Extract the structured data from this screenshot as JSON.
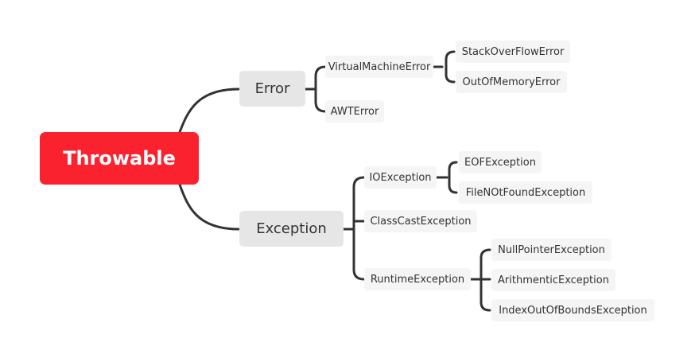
{
  "mindmap": {
    "root": {
      "label": "Throwable"
    },
    "error": {
      "label": "Error",
      "children": {
        "virtual_machine_error": {
          "label": "VirtualMachineError",
          "children": {
            "stack_overflow_error": {
              "label": "StackOverFlowError"
            },
            "out_of_memory_error": {
              "label": "OutOfMemoryError"
            }
          }
        },
        "awt_error": {
          "label": "AWTError"
        }
      }
    },
    "exception": {
      "label": "Exception",
      "children": {
        "io_exception": {
          "label": "IOException",
          "children": {
            "eof_exception": {
              "label": "EOFException"
            },
            "file_not_found_exception": {
              "label": "FileNOtFoundException"
            }
          }
        },
        "class_cast_exception": {
          "label": "ClassCastException"
        },
        "runtime_exception": {
          "label": "RuntimeException",
          "children": {
            "null_pointer_exception": {
              "label": "NullPointerException"
            },
            "arithmetic_exception": {
              "label": "ArithmenticException"
            },
            "index_out_of_bounds_exception": {
              "label": "IndexOutOfBoundsException"
            }
          }
        }
      }
    }
  },
  "colors": {
    "root_fill": "#fb2230",
    "branch_fill": "#e6e6e6",
    "leaf_fill": "#f5f5f5",
    "connector": "#333333"
  }
}
